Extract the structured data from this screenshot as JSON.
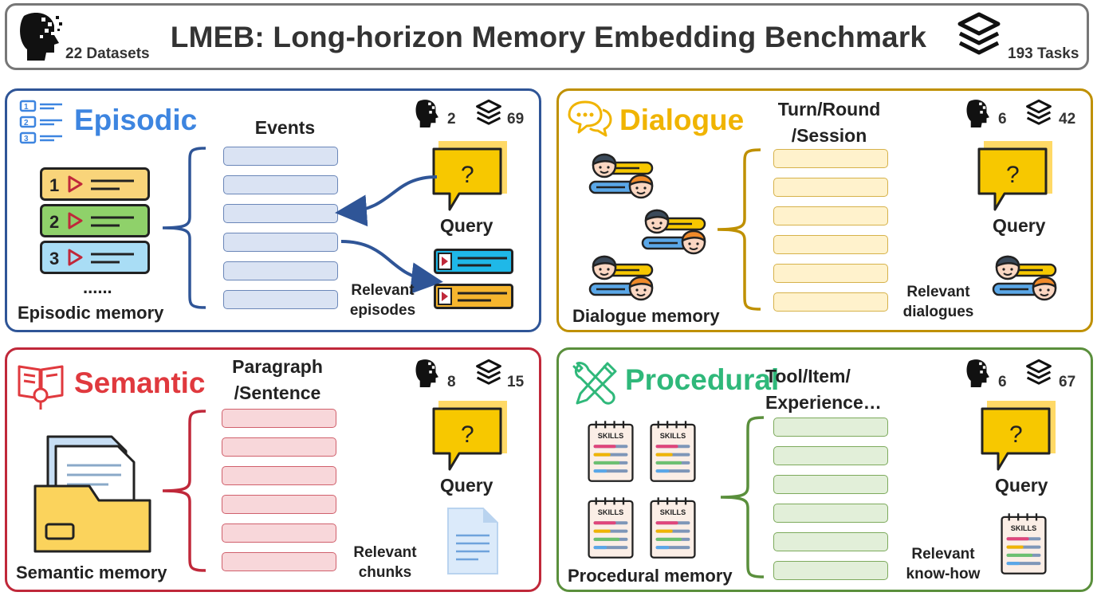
{
  "header": {
    "title": "LMEB: Long-horizon Memory Embedding Benchmark",
    "datasets_label": "22 Datasets",
    "tasks_label": "193 Tasks"
  },
  "query_label": "Query",
  "panels": {
    "episodic": {
      "title": "Episodic",
      "color": "#2f5597",
      "title_color": "#3d85e0",
      "datasets": "2",
      "tasks": "69",
      "column_label": "Events",
      "memory_label": "Episodic memory",
      "ellipsis": "......",
      "relevant_label": "Relevant\nepisodes",
      "episode_numbers": [
        "1",
        "2",
        "3"
      ],
      "icon_numbers": [
        "1",
        "2",
        "3"
      ]
    },
    "dialogue": {
      "title": "Dialogue",
      "color": "#bf9000",
      "title_color": "#f0b400",
      "datasets": "6",
      "tasks": "42",
      "column_label": "Turn/Round\n/Session",
      "memory_label": "Dialogue memory",
      "relevant_label": "Relevant\ndialogues"
    },
    "semantic": {
      "title": "Semantic",
      "color": "#c0283a",
      "title_color": "#e0393e",
      "datasets": "8",
      "tasks": "15",
      "column_label": "Paragraph\n/Sentence",
      "memory_label": "Semantic memory",
      "relevant_label": "Relevant\nchunks"
    },
    "procedural": {
      "title": "Procedural",
      "color": "#5a8f3c",
      "title_color": "#2fb87a",
      "datasets": "6",
      "tasks": "67",
      "column_label": "Tool/Item/\nExperience…",
      "memory_label": "Procedural memory",
      "relevant_label": "Relevant\nknow-how",
      "skills_text": "SKILLS"
    }
  },
  "icons": {
    "dataset": "pixel-head-icon",
    "task": "layers-icon",
    "query": "question-bubble-icon"
  }
}
